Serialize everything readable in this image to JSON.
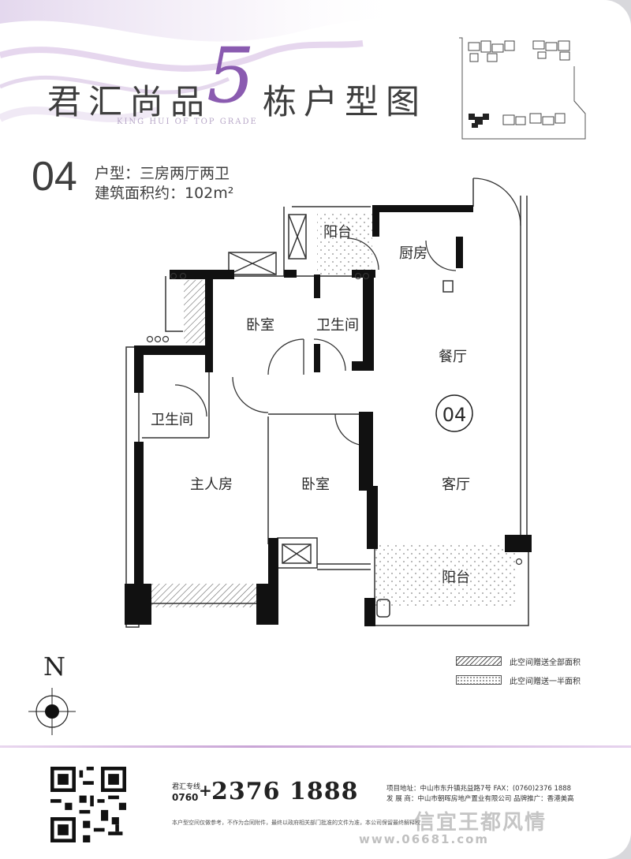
{
  "header": {
    "title_part1": "君汇尚品",
    "title_num": "5",
    "title_part2": "栋户型图",
    "title_en": "KING HUI OF TOP GRADE"
  },
  "unit": {
    "code": "04",
    "type_label": "户型：三房两厅两卫",
    "area_label": "建筑面积约：102m²"
  },
  "rooms": {
    "balcony_top": "阳台",
    "kitchen": "厨房",
    "bedroom_top": "卧室",
    "bathroom_top": "卫生间",
    "dining": "餐厅",
    "unit_marker": "04",
    "bathroom_left": "卫生间",
    "master_bedroom": "主人房",
    "bedroom_mid": "卧室",
    "living": "客厅",
    "balcony_bottom": "阳台"
  },
  "compass": {
    "north": "N"
  },
  "legend": [
    {
      "pattern": "hatch",
      "text": "此空间赠送全部面积"
    },
    {
      "pattern": "dots",
      "text": "此空间赠送一半面积"
    }
  ],
  "footer": {
    "hotline_label": "君汇专线",
    "area_code": "0760",
    "plus": "+",
    "phone": "2376 1888",
    "address": "项目地址：中山市东升镇兆益路7号   FAX：(0760)2376 1888",
    "developer": "发 展 商：中山市朝晖房地产置业有限公司  品牌推广：香港美高",
    "disclaimer": "本户型空间仅做参考，不作为合同附件，最终以政府相关部门批准的文件为准，本公司保留最终解释权",
    "watermark": "信宜王都风情",
    "watermark_url": "www.06681.com"
  },
  "colors": {
    "accent": "#8a5bb0",
    "wall": "#111111"
  }
}
